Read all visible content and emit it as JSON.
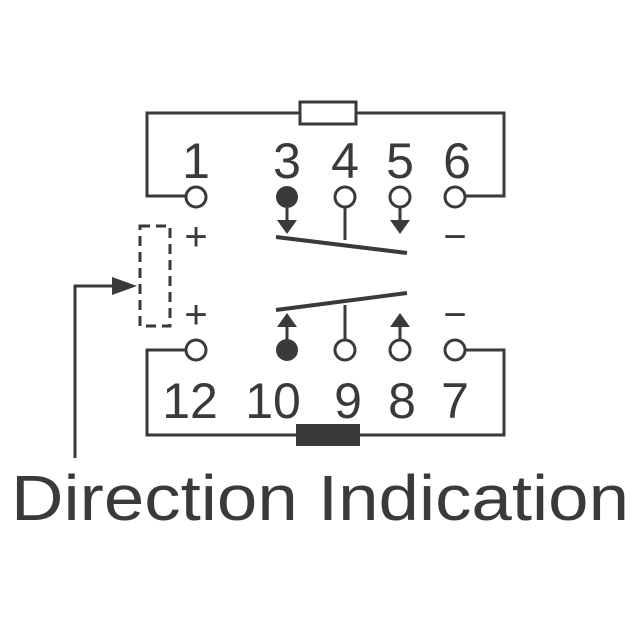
{
  "pins_top": [
    "1",
    "3",
    "4",
    "5",
    "6"
  ],
  "pins_bottom": [
    "12",
    "10",
    "9",
    "8",
    "7"
  ],
  "signs": {
    "top_plus": "+",
    "top_minus": "−",
    "bottom_plus": "+",
    "bottom_minus": "−"
  },
  "caption": "Direction Indication",
  "colors": {
    "line": "#3a3a3a",
    "background": "#ffffff"
  }
}
